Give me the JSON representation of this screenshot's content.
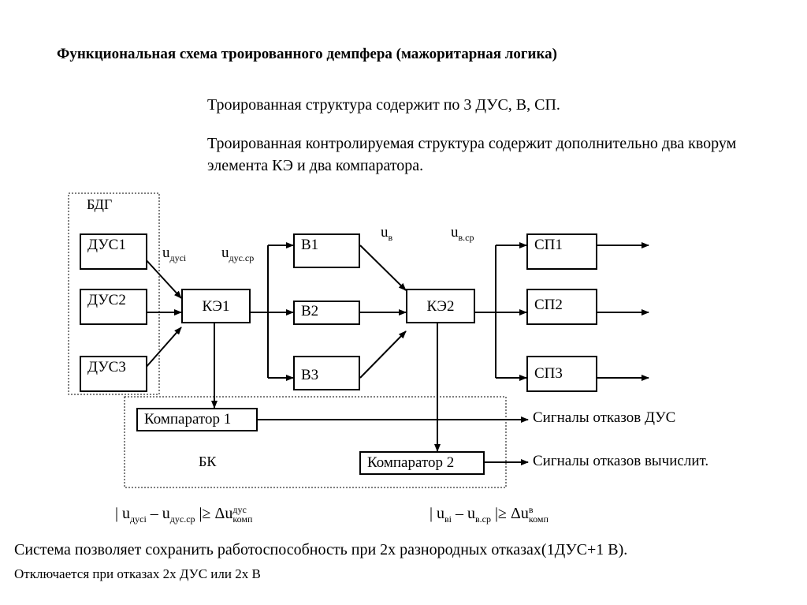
{
  "title": "Функциональная схема троированного демпфера (мажоритарная логика)",
  "paragraphs": [
    "Троированная структура содержит по 3 ДУС, В, СП.",
    "Троированная контролируемая структура содержит дополнительно два кворум элемента КЭ и два компаратора."
  ],
  "groups": {
    "bdg": "БДГ",
    "bk": "БК"
  },
  "blocks": {
    "dus1": "ДУС1",
    "dus2": "ДУС2",
    "dus3": "ДУС3",
    "ke1": "КЭ1",
    "ke2": "КЭ2",
    "v1": "В1",
    "v2": "В2",
    "v3": "В3",
    "sp1": "СП1",
    "sp2": "СП2",
    "sp3": "СП3",
    "comp1": "Компаратор 1",
    "comp2": "Компаратор 2"
  },
  "signals": {
    "u_dusi_base": "u",
    "u_dusi_sub": "дусi",
    "u_dussr_base": "u",
    "u_dussr_sub": "дус.ср",
    "u_v_base": "u",
    "u_v_sub": "в",
    "u_vsr_base": "u",
    "u_vsr_sub": "в.ср"
  },
  "outputs": {
    "fail_dus": "Сигналы отказов ДУС",
    "fail_comp": "Сигналы отказов вычислит."
  },
  "formulas": {
    "f1": {
      "open": "| u",
      "sub1": "дусi",
      "minus": " – u",
      "sub2": "дус.ср",
      "rel": " |≥ Δu",
      "sup": "дус",
      "sub3": "комп"
    },
    "f2": {
      "open": "| u",
      "sub1": "вi",
      "minus": " – u",
      "sub2": "в.ср",
      "rel": " |≥ Δu",
      "sup": "в",
      "sub3": "комп"
    }
  },
  "conclusion": {
    "line1": "Система позволяет сохранить работоспособность при 2х разнородных отказах(1ДУС+1 В).",
    "line2": "Отключается при отказах 2х ДУС или 2х В"
  }
}
